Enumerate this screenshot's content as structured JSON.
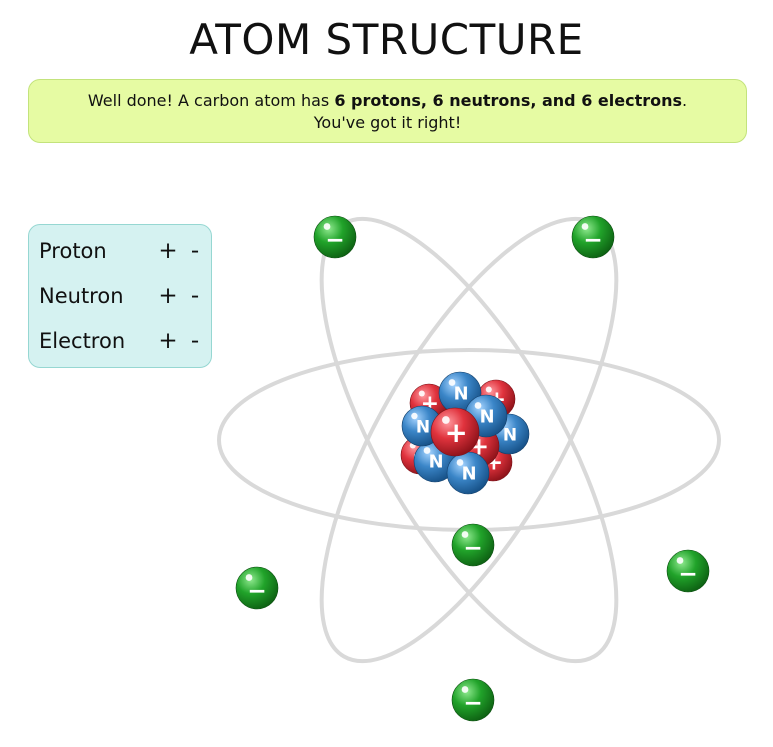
{
  "title": "ATOM STRUCTURE",
  "feedback": {
    "prefix": "Well done! A carbon atom has ",
    "highlight": "6 protons, 6 neutrons, and 6 electrons",
    "suffix": ".",
    "line2": "You've got it right!"
  },
  "counters": [
    {
      "id": "proton",
      "label": "Proton",
      "plus": "+",
      "minus": "-"
    },
    {
      "id": "neutron",
      "label": "Neutron",
      "plus": "+",
      "minus": "-"
    },
    {
      "id": "electron",
      "label": "Electron",
      "plus": "+",
      "minus": "-"
    }
  ],
  "atom": {
    "protons": 6,
    "neutrons": 6,
    "electrons": 6,
    "proton_symbol": "+",
    "neutron_symbol": "N",
    "electron_symbol": "−"
  },
  "colors": {
    "feedback_bg": "#e6fba3",
    "panel_bg": "#d5f2f1",
    "orbit": "#d9d9d9",
    "proton": "#e0333d",
    "neutron": "#3b86c8",
    "electron": "#21a32a"
  }
}
